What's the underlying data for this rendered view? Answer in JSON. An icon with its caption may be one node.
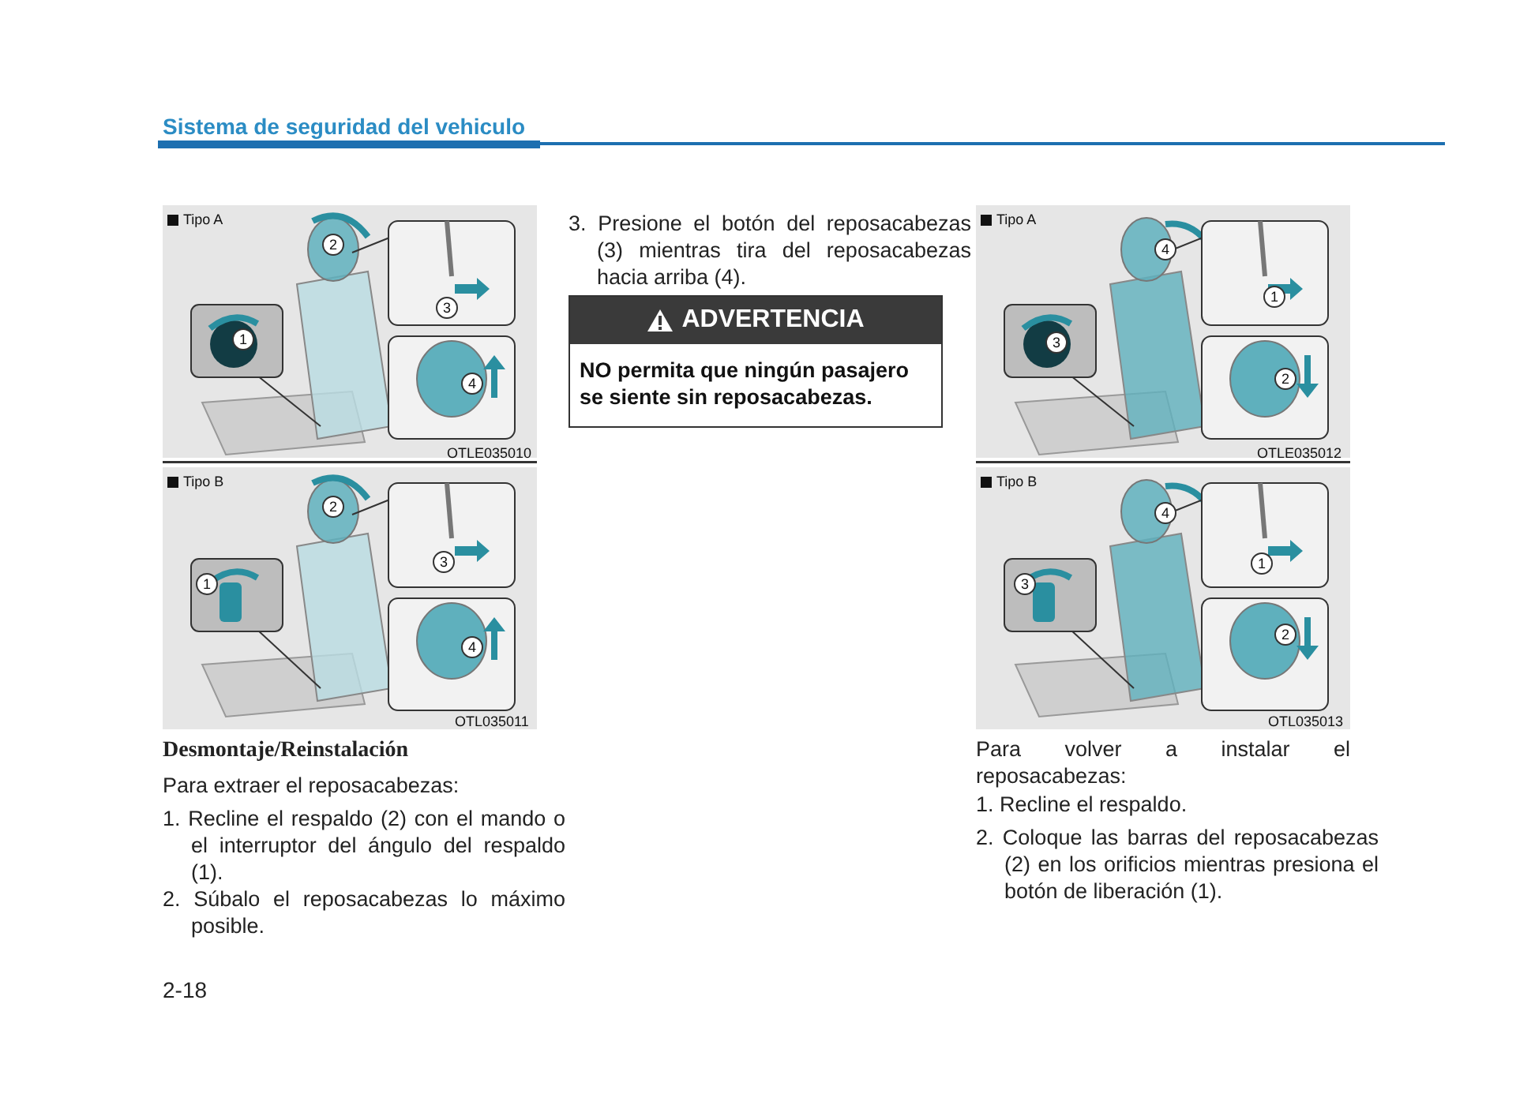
{
  "diagram": {
    "title": "Sistema de seguridad del vehiculo",
    "nodes": [
      {
        "text": [
          "ADVERTENCIA",
          "NO permita que ningún pasajero se siente sin reposacabezas."
        ]
      }
    ],
    "labels": [
      "Tipo A",
      "2",
      "1",
      "3",
      "4",
      "OTLE035010",
      "Tipo B",
      "2",
      "1",
      "3",
      "4",
      "OTL035011",
      "Desmontaje/Reinstalación",
      "Para extraer el reposacabezas:",
      "1. Recline el respaldo (2) con el mando o el interruptor del ángulo del respaldo (1).",
      "2. Súbalo el reposacabezas lo máximo posible.",
      "3. Presione el botón del reposacabezas (3) mientras tira del reposacabezas hacia arriba (4).",
      "Tipo A",
      "4",
      "3",
      "1",
      "2",
      "OTLE035012",
      "Tipo B",
      "4",
      "3",
      "1",
      "2",
      "OTL035013",
      "Para volver a instalar el reposacabezas:",
      "1. Recline el respaldo.",
      "2. Coloque las barras del reposacabezas (2) en los orificios mientras presiona el botón de liberación (1).",
      "2-18"
    ]
  }
}
